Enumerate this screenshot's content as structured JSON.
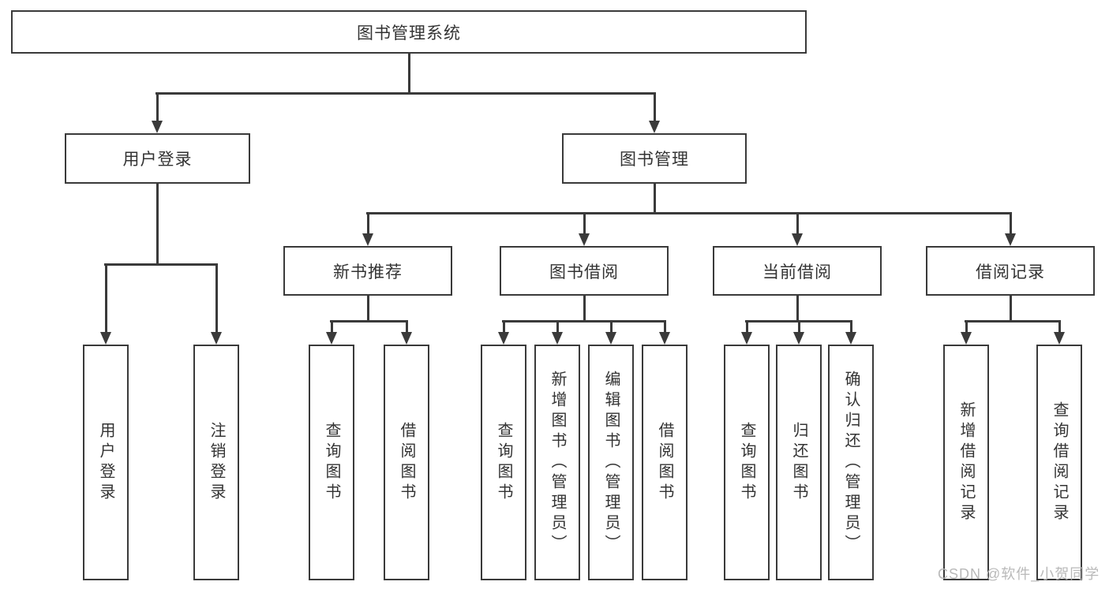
{
  "title": {
    "label": "图书管理系统"
  },
  "branches": [
    {
      "label": "用户登录"
    },
    {
      "label": "图书管理"
    }
  ],
  "sections": [
    {
      "label": "新书推荐",
      "parent": "图书管理"
    },
    {
      "label": "图书借阅",
      "parent": "图书管理"
    },
    {
      "label": "当前借阅",
      "parent": "图书管理"
    },
    {
      "label": "借阅记录",
      "parent": "图书管理"
    }
  ],
  "leaves": [
    {
      "label": "用户登录",
      "parent": "用户登录"
    },
    {
      "label": "注销登录",
      "parent": "用户登录"
    },
    {
      "label": "查询图书",
      "parent": "新书推荐"
    },
    {
      "label": "借阅图书",
      "parent": "新书推荐"
    },
    {
      "label": "查询图书",
      "parent": "图书借阅"
    },
    {
      "label": "新增图书（管理员）",
      "parent": "图书借阅"
    },
    {
      "label": "编辑图书（管理员）",
      "parent": "图书借阅"
    },
    {
      "label": "借阅图书",
      "parent": "图书借阅"
    },
    {
      "label": "查询图书",
      "parent": "当前借阅"
    },
    {
      "label": "归还图书",
      "parent": "当前借阅"
    },
    {
      "label": "确认归还（管理员）",
      "parent": "当前借阅"
    },
    {
      "label": "新增借阅记录",
      "parent": "借阅记录"
    },
    {
      "label": "查询借阅记录",
      "parent": "借阅记录"
    }
  ],
  "watermark": {
    "text": "CSDN @软件_小贺同学"
  },
  "colors": {
    "line": "#3a3a3a",
    "text": "#333333",
    "watermark": "#b9b9b9",
    "background": "#ffffff"
  }
}
